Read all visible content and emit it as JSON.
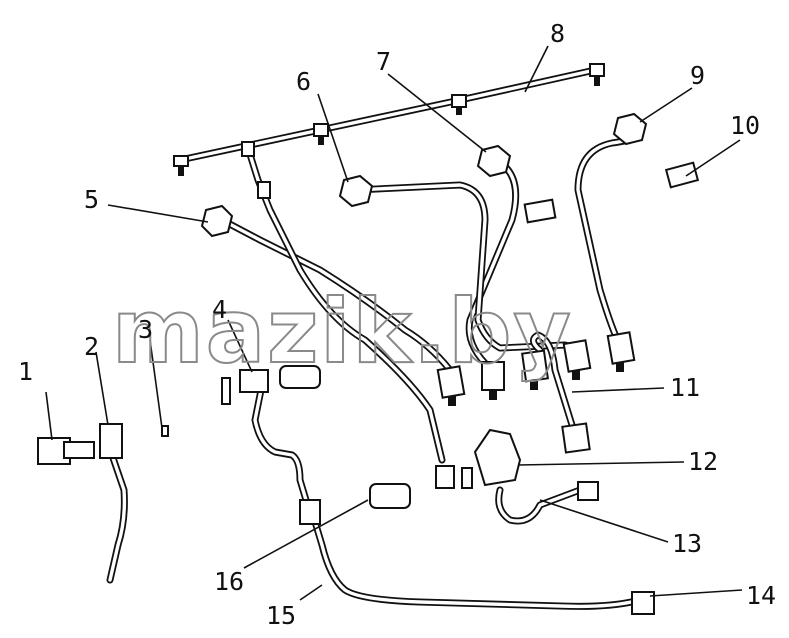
{
  "watermark": "mazik.by",
  "callouts": [
    "1",
    "2",
    "3",
    "4",
    "5",
    "6",
    "7",
    "8",
    "9",
    "10",
    "11",
    "12",
    "13",
    "14",
    "15",
    "16"
  ]
}
